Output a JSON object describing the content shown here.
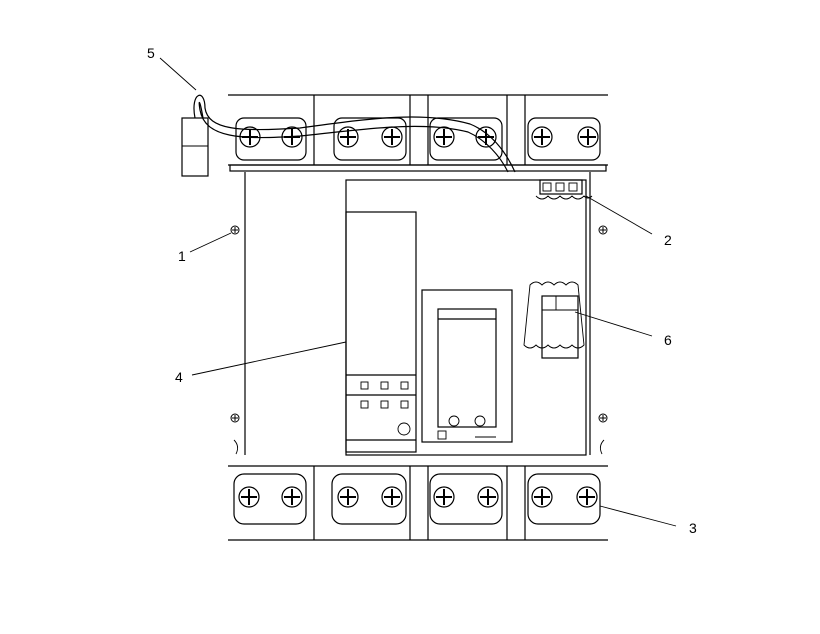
{
  "diagram": {
    "callouts": [
      {
        "id": "callout-1",
        "label": "1"
      },
      {
        "id": "callout-2",
        "label": "2"
      },
      {
        "id": "callout-3",
        "label": "3"
      },
      {
        "id": "callout-4",
        "label": "4"
      },
      {
        "id": "callout-5",
        "label": "5"
      },
      {
        "id": "callout-6",
        "label": "6"
      }
    ],
    "colors": {
      "line": "#000000",
      "background": "#ffffff"
    }
  }
}
